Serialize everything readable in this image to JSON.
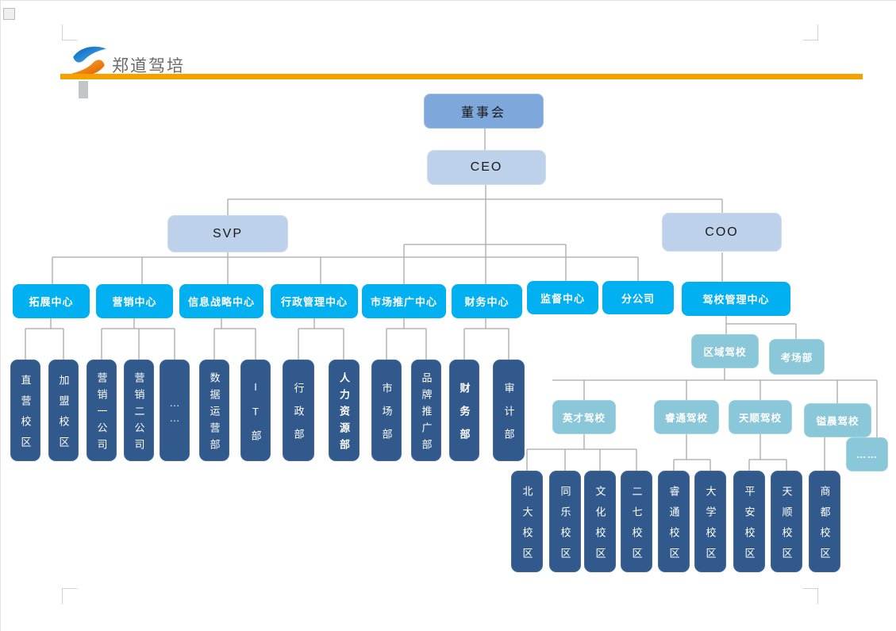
{
  "header": {
    "brand": "郑道驾培"
  },
  "org": {
    "board": "董事会",
    "ceo": "CEO",
    "svp": "SVP",
    "coo": "COO",
    "centers": [
      "拓展中心",
      "营销中心",
      "信息战略中心",
      "行政管理中心",
      "市场推广中心",
      "财务中心",
      "监督中心",
      "分公司",
      "驾校管理中心"
    ],
    "departments": [
      "直营校区",
      "加盟校区",
      "营销一公司",
      "营销二公司",
      "……",
      "数据运营部",
      "IT部",
      "行政部",
      "人力资源部",
      "市场部",
      "品牌推广部",
      "财务部",
      "审计部"
    ],
    "school_center": [
      "区域驾校",
      "考场部"
    ],
    "schools": [
      "英才驾校",
      "睿通驾校",
      "天顺驾校",
      "镒晨驾校",
      "……"
    ],
    "campuses": [
      "北大校区",
      "同乐校区",
      "文化校区",
      "二七校区",
      "睿通校区",
      "大学校区",
      "平安校区",
      "天顺校区",
      "商都校区"
    ]
  },
  "colors": {
    "accent_orange": "#f5a100",
    "board_blue": "#7ea7db",
    "exec_blue": "#bdd1ea",
    "center_cyan": "#00b0f0",
    "department_navy": "#31598c",
    "school_teal": "#89c7d9",
    "connector_gray": "#a8a8a8",
    "logo_blue": "#1e88d8",
    "logo_orange": "#ef7500"
  }
}
